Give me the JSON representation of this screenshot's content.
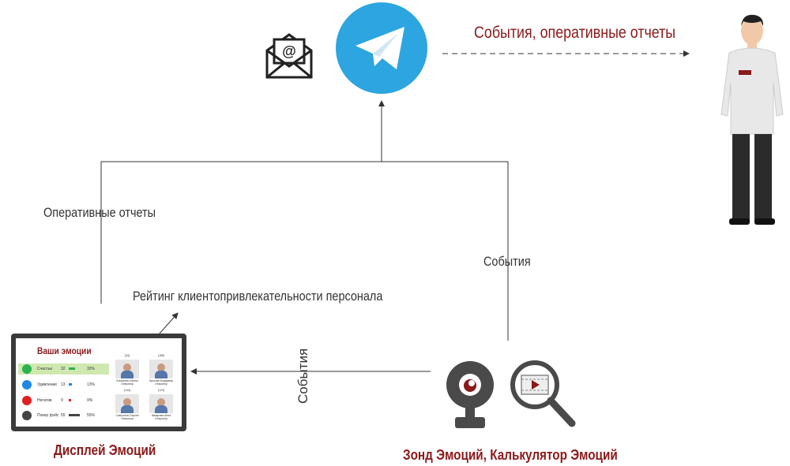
{
  "labels": {
    "events_reports": "События, оперативные отчеты",
    "operative_reports": "Оперативные отчеты",
    "events_right": "События",
    "rating": "Рейтинг клиентопривлекательности персонала",
    "events_bottom": "События",
    "display_caption": "Дисплей Эмоций",
    "probe_caption": "Зонд Эмоций,   Калькулятор Эмоций"
  },
  "display": {
    "title": "Ваши эмоции",
    "emotions": [
      {
        "name": "Счастье",
        "count": "32",
        "percent": "32%",
        "color": "#2bb24c"
      },
      {
        "name": "Удивление",
        "count": "13",
        "percent": "13%",
        "color": "#1e88e5"
      },
      {
        "name": "Негатив",
        "count": "9",
        "percent": "9%",
        "color": "#e02020"
      },
      {
        "name": "Покер фэйс",
        "count": "55",
        "percent": "55%",
        "color": "#444444"
      }
    ],
    "staff": [
      {
        "name": "Клименко Ирина",
        "role": "Оператор",
        "score": "[34]"
      },
      {
        "name": "Крылов Владимир",
        "role": "Оператор",
        "score": "[185]"
      },
      {
        "name": "Самсонов Сергей",
        "role": "Оператор",
        "score": "[144]"
      },
      {
        "name": "Шмарова Анна",
        "role": "Оператор",
        "score": "[123]"
      }
    ]
  },
  "colors": {
    "telegram": "#2CA5E0",
    "accent": "#8B1A1A",
    "icon_dark": "#4a4a4a"
  }
}
